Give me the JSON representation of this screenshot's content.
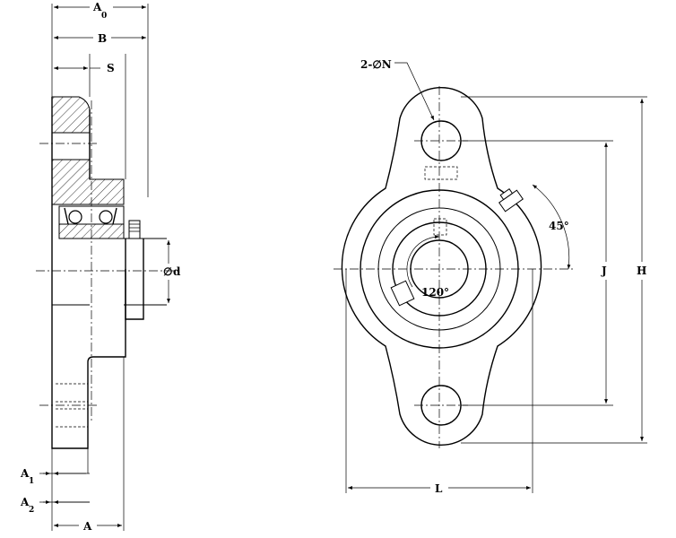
{
  "side_view": {
    "labels": {
      "a0": "A",
      "a0_sub": "0",
      "b": "B",
      "s": "S",
      "d": "d",
      "a1": "A",
      "a1_sub": "1",
      "a2": "A",
      "a2_sub": "2",
      "a": "A"
    }
  },
  "front_view": {
    "labels": {
      "holes": "2-∅N",
      "angle_grease": "45°",
      "angle_setscrew": "120°",
      "j": "J",
      "h": "H",
      "l": "L"
    }
  },
  "symbols": {
    "diameter": "∅"
  }
}
